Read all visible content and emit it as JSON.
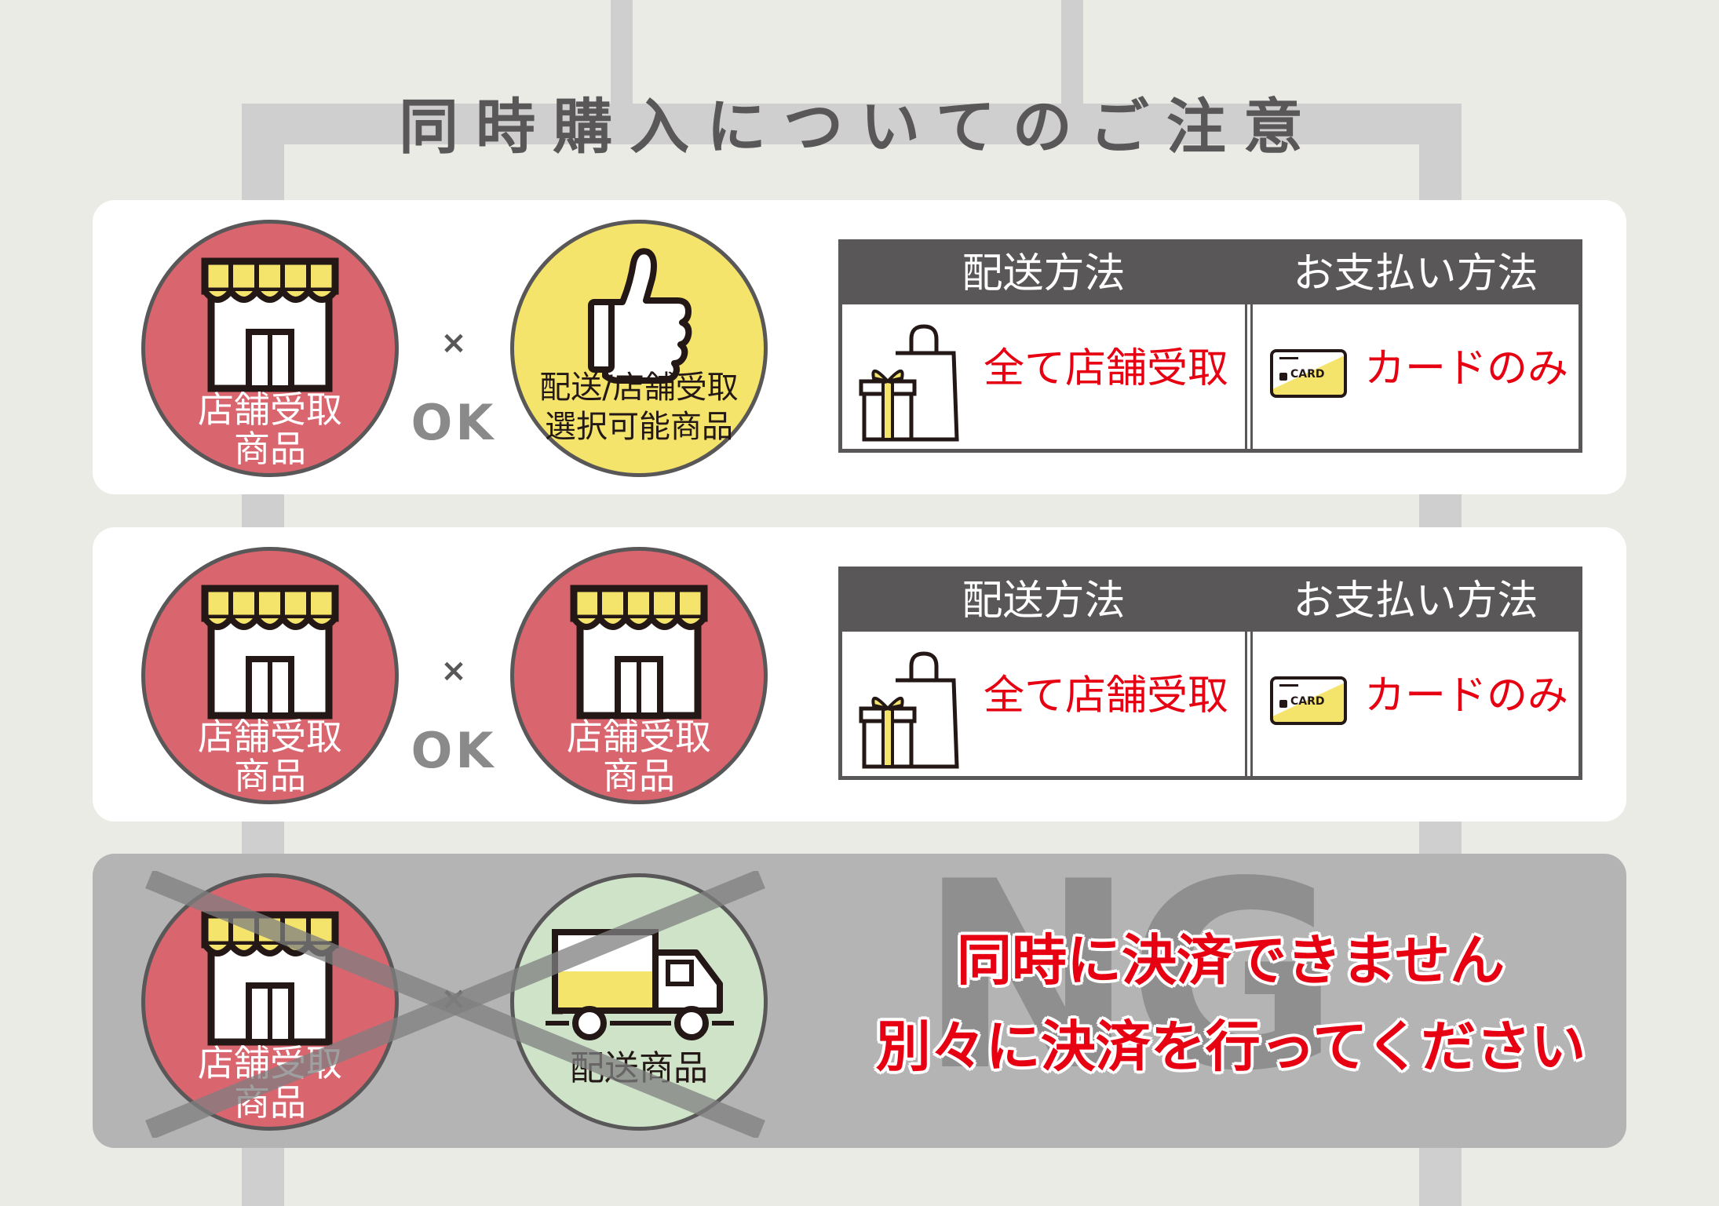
{
  "title": "同時購入についてのご注意",
  "rows": [
    {
      "left": {
        "label_line1": "店舗受取",
        "label_line2": "商品",
        "icon": "store-icon"
      },
      "times": "×",
      "ok": "OK",
      "right": {
        "label_line1": "配送/店舗受取",
        "label_line2": "選択可能商品",
        "icon": "thumbs-up-icon"
      },
      "table": {
        "delivery_header": "配送方法",
        "payment_header": "お支払い方法",
        "delivery_value": "全て店舗受取",
        "payment_value": "カードのみ",
        "card_text": "CARD"
      }
    },
    {
      "left": {
        "label_line1": "店舗受取",
        "label_line2": "商品",
        "icon": "store-icon"
      },
      "times": "×",
      "ok": "OK",
      "right": {
        "label_line1": "店舗受取",
        "label_line2": "商品",
        "icon": "store-icon"
      },
      "table": {
        "delivery_header": "配送方法",
        "payment_header": "お支払い方法",
        "delivery_value": "全て店舗受取",
        "payment_value": "カードのみ",
        "card_text": "CARD"
      }
    },
    {
      "left": {
        "label_line1": "店舗受取",
        "label_line2": "商品",
        "icon": "store-icon"
      },
      "times": "×",
      "right": {
        "label_line1": "配送商品",
        "icon": "truck-icon"
      },
      "ng_big": "NG",
      "message_line1": "同時に決済できません",
      "message_line2": "別々に決済を行ってください"
    }
  ],
  "colors": {
    "background": "#ebebe6",
    "store_circle": "#d9656f",
    "both_circle": "#f4e46b",
    "delivery_circle": "#cfe3c9",
    "ng_panel": "#b4b4b5",
    "accent_red": "#e60012",
    "dark_gray": "#595757"
  }
}
